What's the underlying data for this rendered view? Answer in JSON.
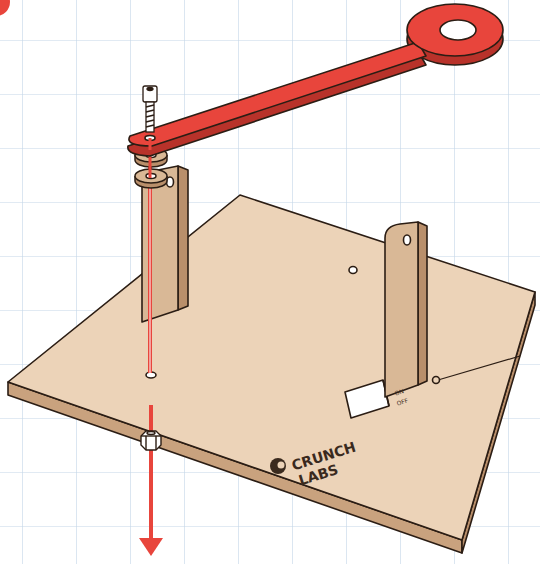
{
  "diagram": {
    "labels": [
      "ON",
      "OFF",
      "CRUNCH",
      "LABS"
    ]
  }
}
